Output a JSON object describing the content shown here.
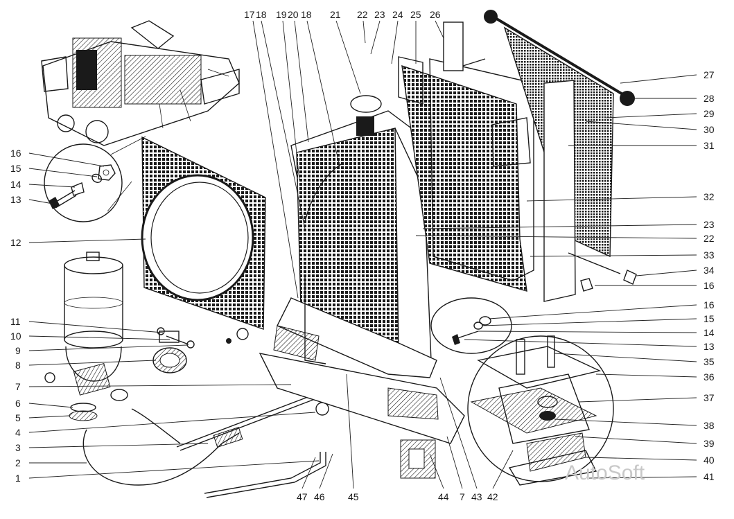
{
  "callouts": {
    "left": [
      "16",
      "15",
      "14",
      "13",
      "12",
      "11",
      "10",
      "9",
      "8",
      "7",
      "6",
      "5",
      "4",
      "3",
      "2",
      "1"
    ],
    "right": [
      "27",
      "28",
      "29",
      "30",
      "31",
      "32",
      "23",
      "22",
      "33",
      "34",
      "16",
      "16",
      "15",
      "14",
      "13",
      "35",
      "36",
      "37",
      "38",
      "39",
      "40",
      "41"
    ],
    "top": [
      "17",
      "18",
      "19",
      "20",
      "18",
      "21",
      "22",
      "23",
      "24",
      "25",
      "26"
    ],
    "bottom": [
      "47",
      "46",
      "45",
      "44",
      "7",
      "43",
      "42"
    ]
  },
  "watermark": "AutoSoft"
}
